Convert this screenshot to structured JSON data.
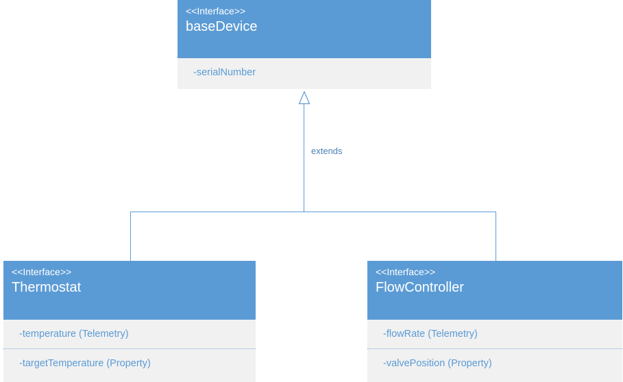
{
  "diagram": {
    "type": "uml-class-diagram",
    "accent_color": "#5b9bd5",
    "body_color": "#f1f1f1",
    "background_color": "#ffffff",
    "relationship_label": "extends",
    "relationship_kind": "generalization"
  },
  "classes": {
    "base": {
      "stereotype": "<<Interface>>",
      "name": "baseDevice",
      "attributes": [
        {
          "text": "-serialNumber"
        }
      ]
    },
    "thermostat": {
      "stereotype": "<<Interface>>",
      "name": "Thermostat",
      "attributes": [
        {
          "text": "-temperature (Telemetry)"
        },
        {
          "text": "-targetTemperature (Property)"
        }
      ]
    },
    "flow_controller": {
      "stereotype": "<<Interface>>",
      "name": "FlowController",
      "attributes": [
        {
          "text": "-flowRate (Telemetry)"
        },
        {
          "text": "-valvePosition (Property)"
        }
      ]
    }
  }
}
